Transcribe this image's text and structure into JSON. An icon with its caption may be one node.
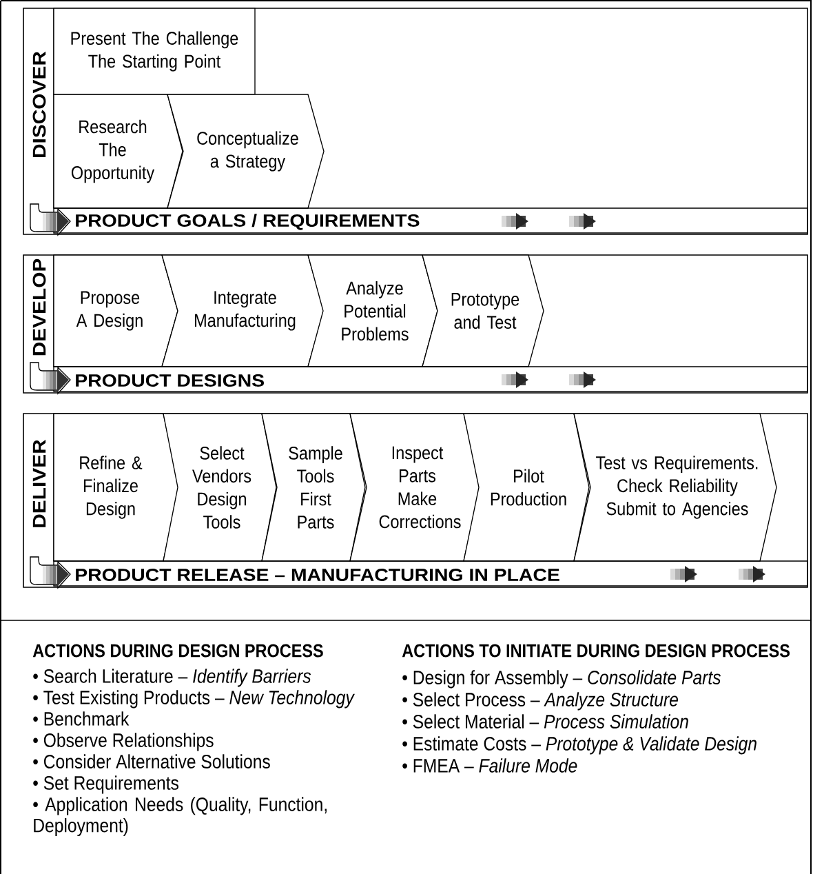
{
  "diagram": {
    "nodes": [
      {
        "text": [
          "DISCOVER"
        ]
      },
      {
        "text": [
          "Present The Challenge The Starting Point"
        ],
        "in": 0
      },
      {
        "text": [
          "Research The Opportunity"
        ],
        "in": 0
      },
      {
        "text": [
          "Conceptualize a Strategy"
        ],
        "in": 0
      },
      {
        "text": [
          "PRODUCT GOALS / REQUIREMENTS"
        ],
        "in": 0
      },
      {
        "text": [
          "DEVELOP"
        ]
      },
      {
        "text": [
          "Propose A Design"
        ],
        "in": 5
      },
      {
        "text": [
          "Integrate Manufacturing"
        ],
        "in": 5
      },
      {
        "text": [
          "Analyze Potential Problems"
        ],
        "in": 5
      },
      {
        "text": [
          "Prototype and Test"
        ],
        "in": 5
      },
      {
        "text": [
          "PRODUCT DESIGNS"
        ],
        "in": 5
      },
      {
        "text": [
          "DELIVER"
        ]
      },
      {
        "text": [
          "Refine & Finalize Design"
        ],
        "in": 11
      },
      {
        "text": [
          "Select Vendors Design Tools"
        ],
        "in": 11
      },
      {
        "text": [
          "Sample Tools First Parts"
        ],
        "in": 11
      },
      {
        "text": [
          "Inspect Parts Make Corrections"
        ],
        "in": 11
      },
      {
        "text": [
          "Pilot Production"
        ],
        "in": 11
      },
      {
        "text": [
          "Test vs Requirements. Check Reliability Submit to Agencies"
        ],
        "in": 11
      },
      {
        "text": [
          "PRODUCT RELEASE – MANUFACTURING IN PLACE"
        ],
        "in": 11
      }
    ],
    "labels": [
      "ACTIONS DURING DESIGN PROCESS",
      "• Search Literature – *Identify Barriers*",
      "• Test Existing Products – *New Technology*",
      "• Benchmark",
      "• Observe Relationships",
      "• Consider Alternative Solutions",
      "• Set Requirements",
      "• Application Needs (Quality, Function, Deployment)",
      "ACTIONS TO INITIATE DURING DESIGN PROCESS",
      "• Design for Assembly – *Consolidate Parts*",
      "• Select Process – *Analyze Structure*",
      "• Select Material – *Process Simulation*",
      "• Estimate Costs –  *Prototype & Validate Design*",
      "• FMEA – *Failure Mode*"
    ]
  }
}
